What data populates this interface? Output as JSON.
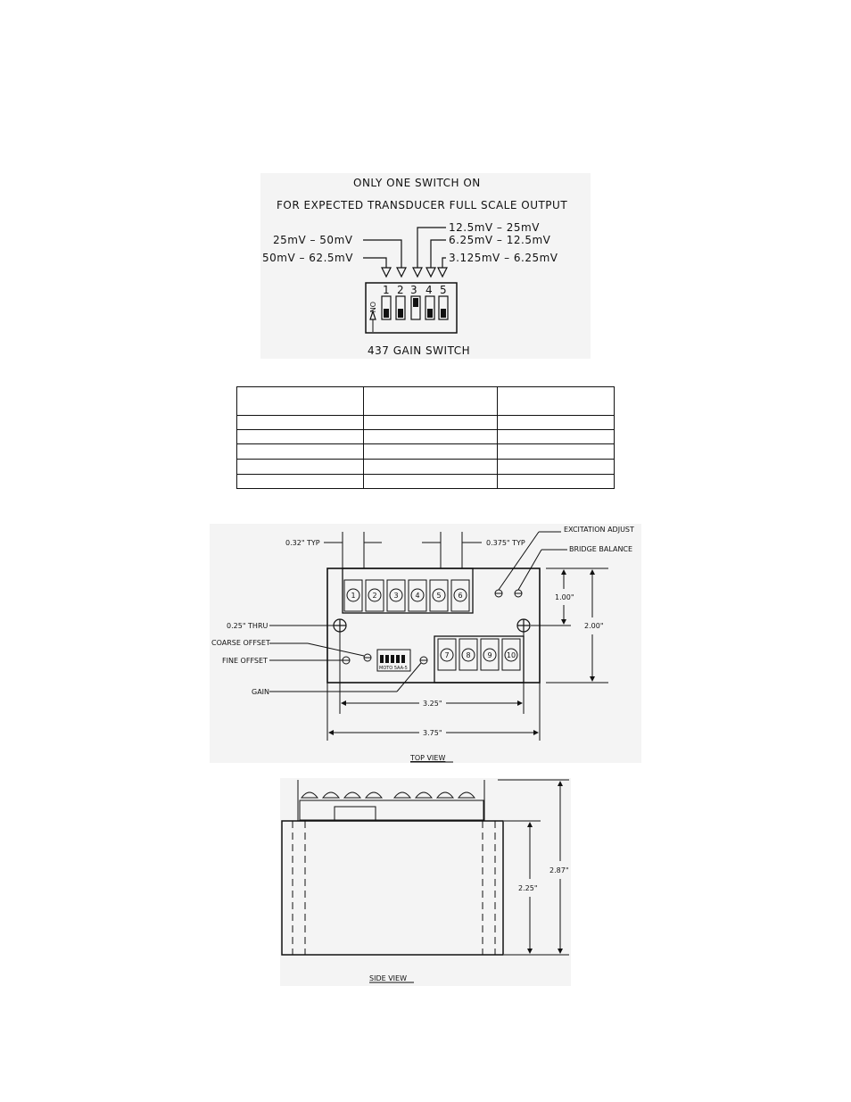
{
  "gain_switch": {
    "header_line1": "ONLY ONE SWITCH ON",
    "header_line2": "FOR EXPECTED TRANSDUCER FULL SCALE OUTPUT",
    "ranges": {
      "sw1": "50mV – 62.5mV",
      "sw2": "25mV – 50mV",
      "sw3": "12.5mV – 25mV",
      "sw4": "6.25mV – 12.5mV",
      "sw5": "3.125mV – 6.25mV"
    },
    "switch_numbers": [
      "1",
      "2",
      "3",
      "4",
      "5"
    ],
    "on_label": "ON",
    "caption": "437 GAIN SWITCH"
  },
  "blank_table": {
    "rows": 6,
    "cols": 3
  },
  "top_view": {
    "dim_032": "0.32\" TYP",
    "dim_0375": "0.375\" TYP",
    "excitation_adjust": "EXCITATION ADJUST",
    "bridge_balance": "BRIDGE BALANCE",
    "thru": "0.25\" THRU",
    "coarse_offset": "COARSE OFFSET",
    "fine_offset": "FINE OFFSET",
    "gain": "GAIN",
    "dim_100": "1.00\"",
    "dim_200": "2.00\"",
    "dim_325": "3.25\"",
    "dim_375": "3.75\"",
    "terminals_top": [
      "1",
      "2",
      "3",
      "4",
      "5",
      "6"
    ],
    "terminals_bottom": [
      "7",
      "8",
      "9",
      "10"
    ],
    "switch_label": "MOTO 5AA-5",
    "caption": "TOP VIEW"
  },
  "side_view": {
    "dim_225": "2.25\"",
    "dim_287": "2.87\"",
    "caption": "SIDE VIEW"
  }
}
